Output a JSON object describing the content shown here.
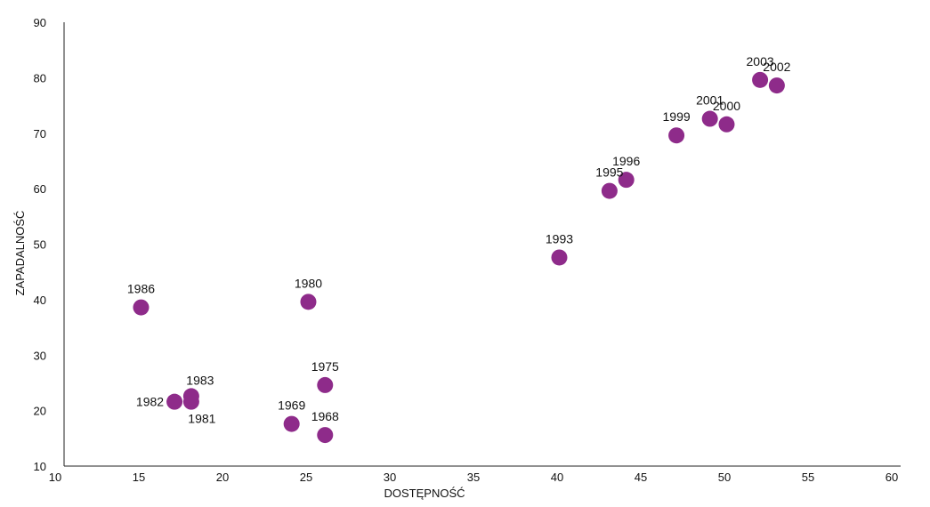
{
  "chart_data": {
    "type": "scatter",
    "title": "",
    "xlabel": "DOSTĘPNOŚĆ",
    "ylabel": "ZAPADALNOŚĆ",
    "xlim": [
      10,
      60
    ],
    "ylim": [
      10,
      90
    ],
    "x_ticks": [
      "10",
      "15",
      "20",
      "25",
      "30",
      "35",
      "40",
      "45",
      "50",
      "55",
      "60"
    ],
    "y_ticks": [
      "10",
      "20",
      "30",
      "40",
      "50",
      "60",
      "70",
      "80",
      "90"
    ],
    "grid": false,
    "legend": "none",
    "marker_color": "#8E2B8A",
    "points": [
      {
        "label": "1968",
        "x": 25.6,
        "y": 15.6
      },
      {
        "label": "1969",
        "x": 23.6,
        "y": 17.6
      },
      {
        "label": "1975",
        "x": 25.6,
        "y": 24.6
      },
      {
        "label": "1980",
        "x": 24.6,
        "y": 39.6
      },
      {
        "label": "1981",
        "x": 17.6,
        "y": 21.6
      },
      {
        "label": "1982",
        "x": 16.6,
        "y": 21.6
      },
      {
        "label": "1983",
        "x": 17.6,
        "y": 22.6
      },
      {
        "label": "1986",
        "x": 14.6,
        "y": 38.6
      },
      {
        "label": "1993",
        "x": 39.6,
        "y": 47.6
      },
      {
        "label": "1995",
        "x": 42.6,
        "y": 59.6
      },
      {
        "label": "1996",
        "x": 43.6,
        "y": 61.6
      },
      {
        "label": "1999",
        "x": 46.6,
        "y": 69.6
      },
      {
        "label": "2000",
        "x": 49.6,
        "y": 71.6
      },
      {
        "label": "2001",
        "x": 48.6,
        "y": 72.6
      },
      {
        "label": "2002",
        "x": 52.6,
        "y": 78.6
      },
      {
        "label": "2003",
        "x": 51.6,
        "y": 79.6
      }
    ]
  }
}
